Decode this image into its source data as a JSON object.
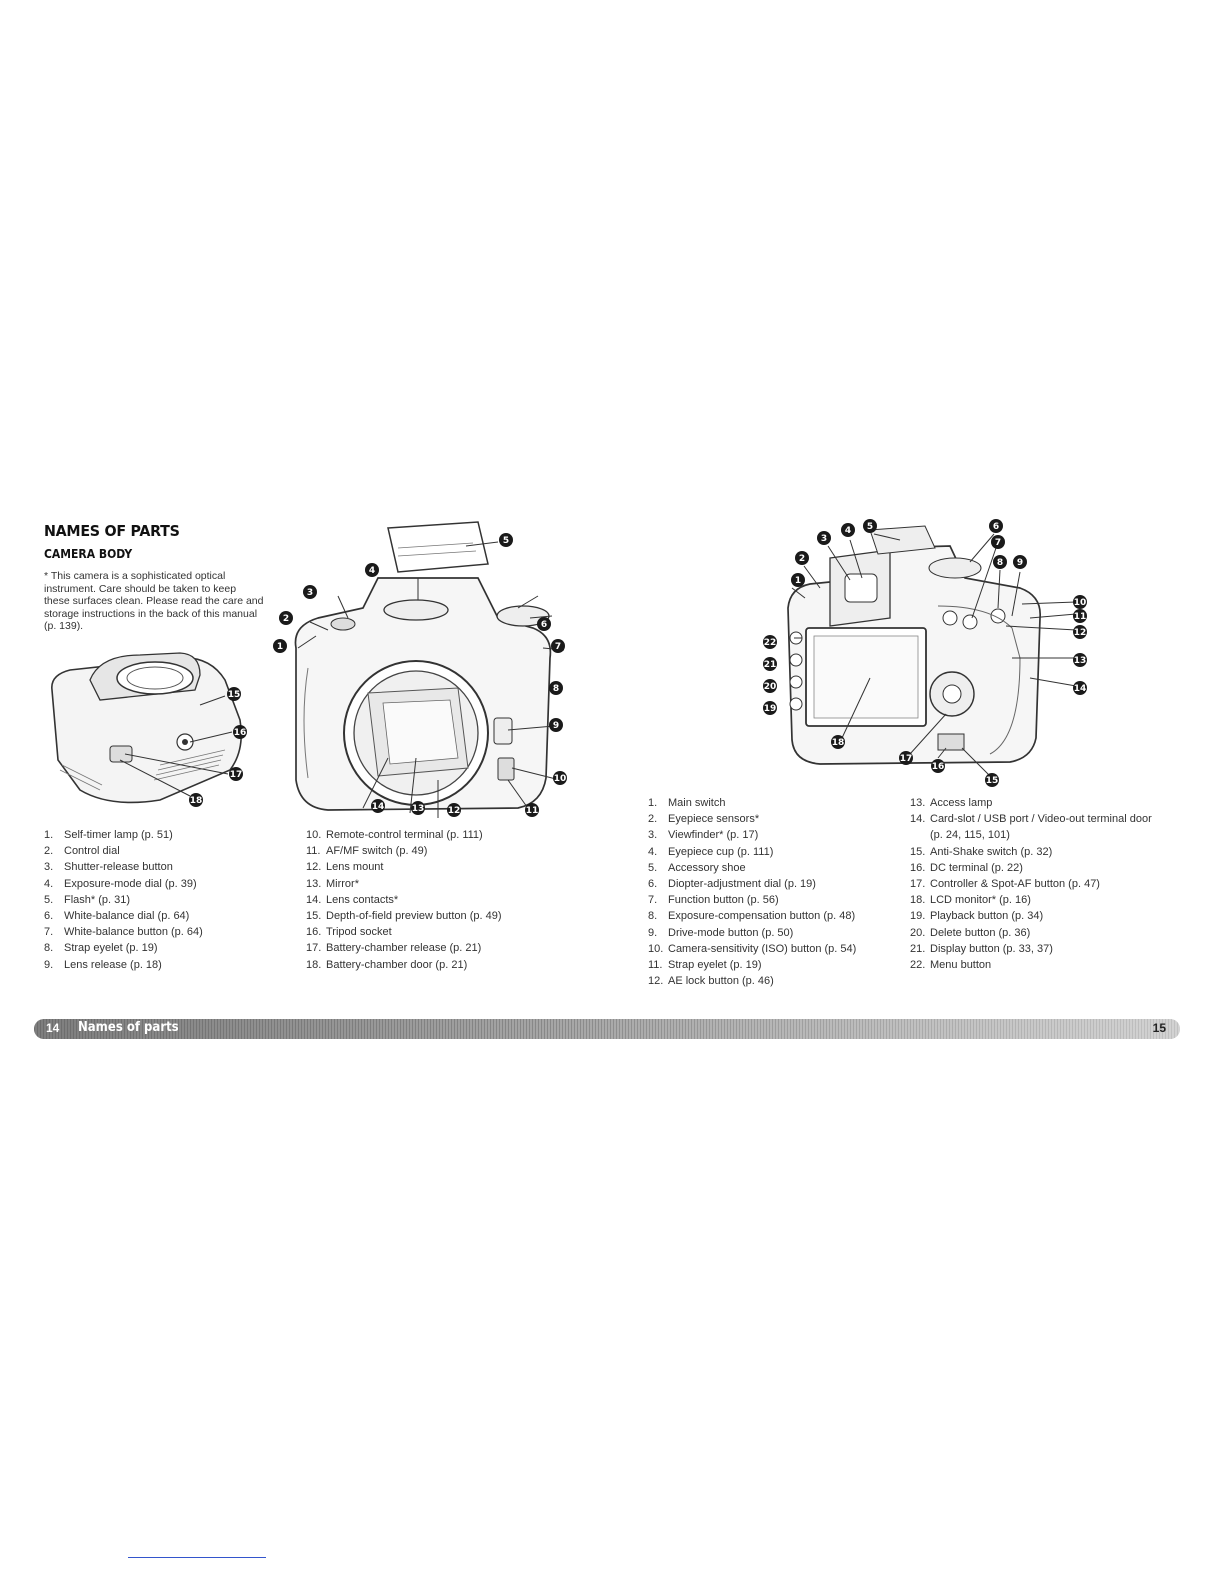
{
  "page": {
    "heading": "NAMES OF PARTS",
    "subheading": "CAMERA BODY",
    "note": "* This camera is a sophisticated optical instrument. Care should be taken to keep these surfaces clean. Please read the care and storage instructions in the back of this manual (p. 139)."
  },
  "front_parts_a": [
    {
      "n": "1.",
      "label": "Self-timer lamp (p. 51)"
    },
    {
      "n": "2.",
      "label": "Control dial"
    },
    {
      "n": "3.",
      "label": "Shutter-release button"
    },
    {
      "n": "4.",
      "label": "Exposure-mode dial (p. 39)"
    },
    {
      "n": "5.",
      "label": "Flash* (p. 31)"
    },
    {
      "n": "6.",
      "label": "White-balance dial (p. 64)"
    },
    {
      "n": "7.",
      "label": "White-balance button (p. 64)"
    },
    {
      "n": "8.",
      "label": "Strap eyelet (p. 19)"
    },
    {
      "n": "9.",
      "label": "Lens release (p. 18)"
    }
  ],
  "front_parts_b": [
    {
      "n": "10.",
      "label": "Remote-control terminal (p. 111)"
    },
    {
      "n": "11.",
      "label": "AF/MF switch (p. 49)"
    },
    {
      "n": "12.",
      "label": "Lens mount"
    },
    {
      "n": "13.",
      "label": "Mirror*"
    },
    {
      "n": "14.",
      "label": "Lens contacts*"
    },
    {
      "n": "15.",
      "label": "Depth-of-field preview button (p. 49)"
    },
    {
      "n": "16.",
      "label": "Tripod socket"
    },
    {
      "n": "17.",
      "label": "Battery-chamber release (p. 21)"
    },
    {
      "n": "18.",
      "label": "Battery-chamber door (p. 21)"
    }
  ],
  "back_parts_a": [
    {
      "n": "1.",
      "label": "Main switch"
    },
    {
      "n": "2.",
      "label": "Eyepiece sensors*"
    },
    {
      "n": "3.",
      "label": "Viewfinder* (p. 17)"
    },
    {
      "n": "4.",
      "label": "Eyepiece cup (p. 111)"
    },
    {
      "n": "5.",
      "label": "Accessory shoe"
    },
    {
      "n": "6.",
      "label": "Diopter-adjustment dial (p. 19)"
    },
    {
      "n": "7.",
      "label": "Function button (p. 56)"
    },
    {
      "n": "8.",
      "label": "Exposure-compensation button (p. 48)"
    },
    {
      "n": "9.",
      "label": "Drive-mode button (p. 50)"
    },
    {
      "n": "10.",
      "label": "Camera-sensitivity (ISO) button (p. 54)"
    },
    {
      "n": "11.",
      "label": "Strap eyelet (p. 19)"
    },
    {
      "n": "12.",
      "label": "AE lock button (p. 46)"
    }
  ],
  "back_parts_b": [
    {
      "n": "13.",
      "label": "Access lamp"
    },
    {
      "n": "14.",
      "label": "Card-slot / USB port / Video-out terminal door (p. 24, 115, 101)"
    },
    {
      "n": "15.",
      "label": "Anti-Shake switch (p. 32)"
    },
    {
      "n": "16.",
      "label": "DC terminal (p. 22)"
    },
    {
      "n": "17.",
      "label": "Controller & Spot-AF button (p. 47)"
    },
    {
      "n": "18.",
      "label": "LCD monitor* (p. 16)"
    },
    {
      "n": "19.",
      "label": "Playback button (p. 34)"
    },
    {
      "n": "20.",
      "label": "Delete button (p. 36)"
    },
    {
      "n": "21.",
      "label": "Display button (p. 33, 37)"
    },
    {
      "n": "22.",
      "label": "Menu button"
    }
  ],
  "footer": {
    "left_page": "14",
    "section": "Names of parts",
    "right_page": "15"
  },
  "callouts": {
    "bottom_view": [
      "15",
      "16",
      "17",
      "18"
    ],
    "front_view": [
      "1",
      "2",
      "3",
      "4",
      "5",
      "6",
      "7",
      "8",
      "9",
      "10",
      "11",
      "12",
      "13",
      "14"
    ],
    "back_view": [
      "1",
      "2",
      "3",
      "4",
      "5",
      "6",
      "7",
      "8",
      "9",
      "10",
      "11",
      "12",
      "13",
      "14",
      "15",
      "16",
      "17",
      "18",
      "19",
      "20",
      "21",
      "22"
    ]
  },
  "colors": {
    "callout": "#1a1a1a",
    "footer_bar": "#a8a8a8",
    "link_rule": "#3355cc"
  }
}
